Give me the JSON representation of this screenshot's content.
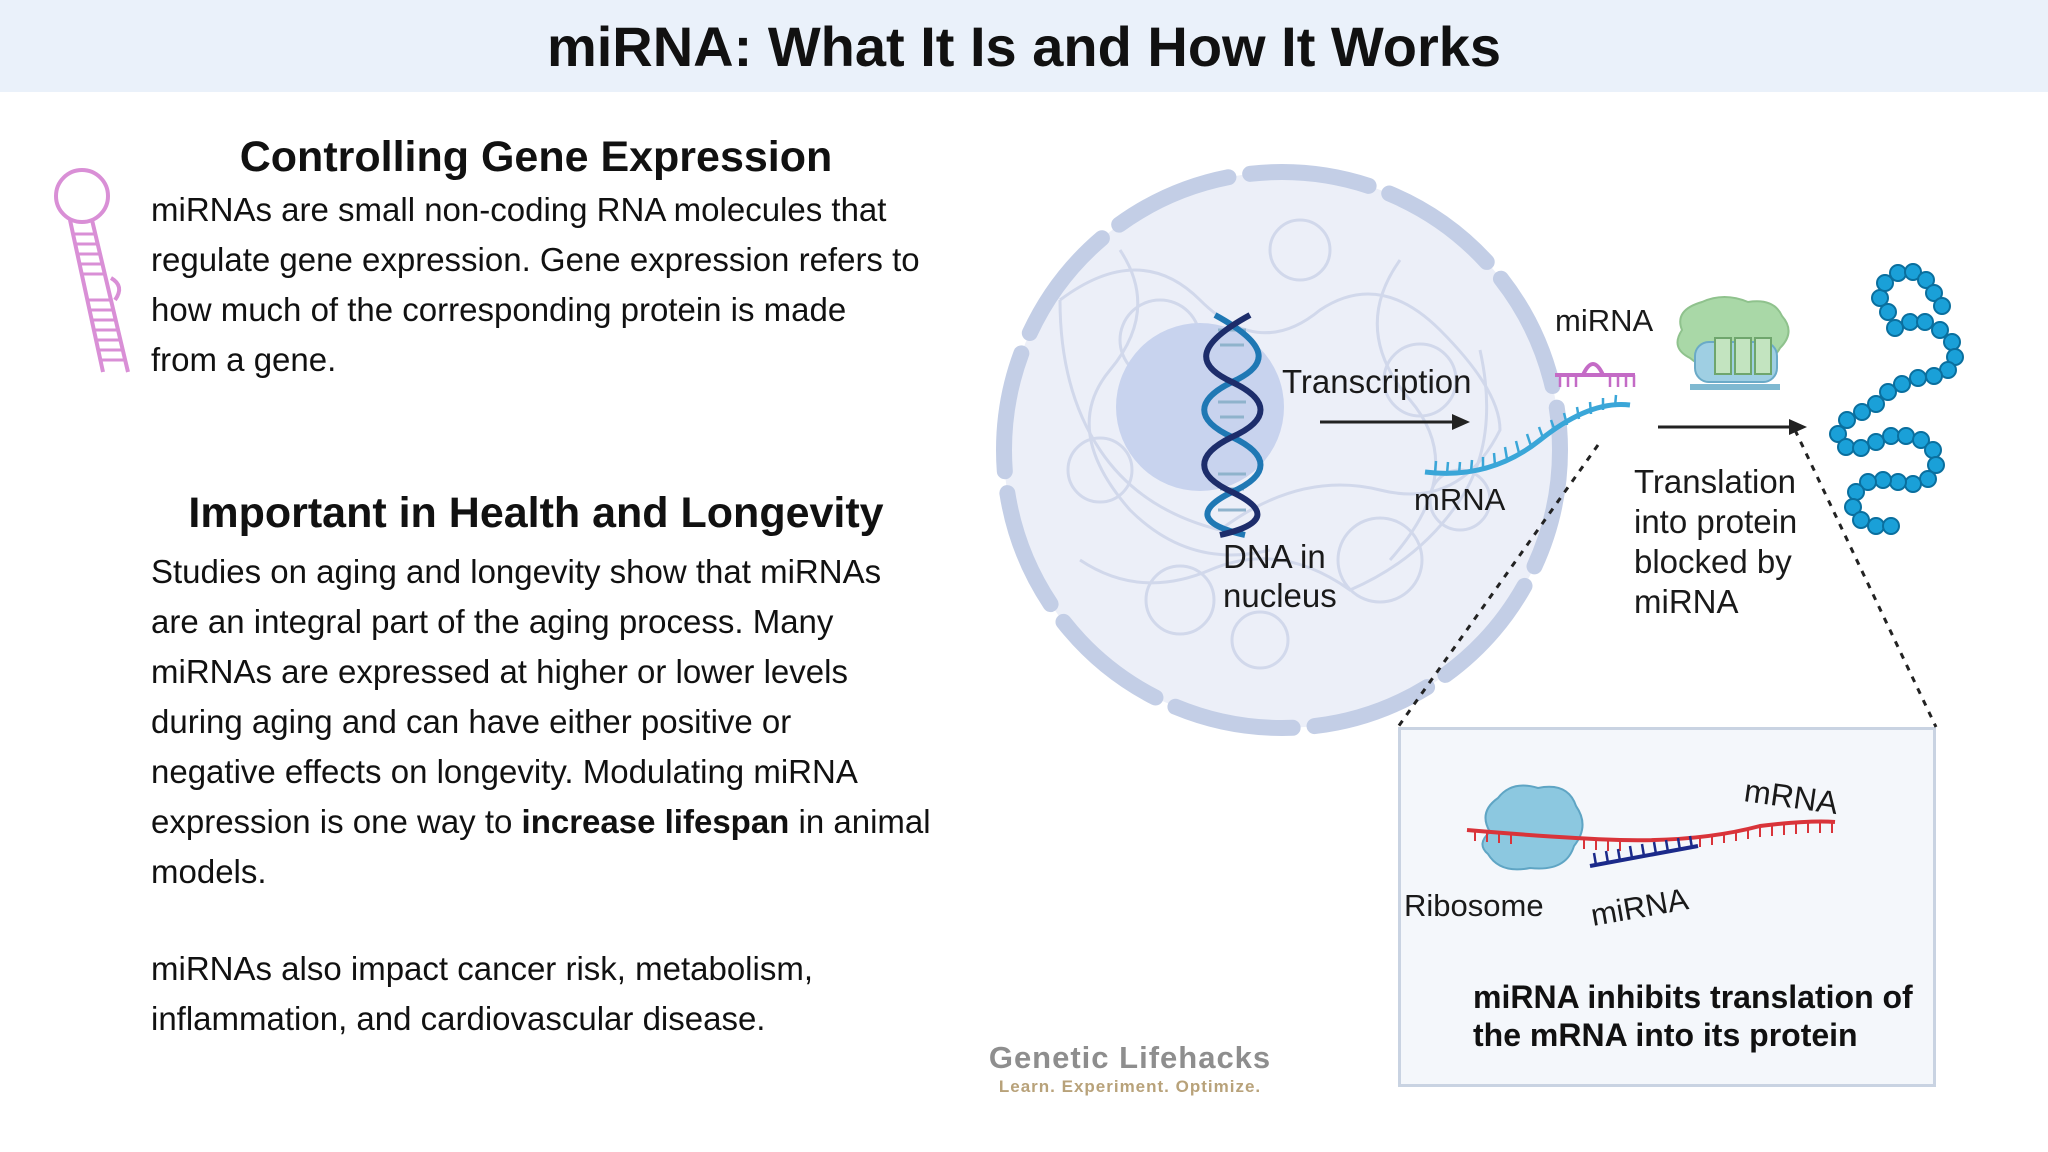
{
  "title": "miRNA: What It Is and How It Works",
  "left": {
    "section1": {
      "heading": "Controlling Gene Expression",
      "lines": [
        "miRNAs are small non-coding RNA molecules that",
        "regulate gene expression. Gene expression refers to",
        "how much of the corresponding protein is made",
        "from a gene."
      ]
    },
    "section2": {
      "heading": "Important in Health and Longevity",
      "lines": [
        "Studies on aging and longevity show that miRNAs",
        "are an integral part of the aging process. Many",
        "miRNAs are expressed at higher or lower levels",
        "during aging and can have either positive or",
        "negative effects on longevity. Modulating miRNA"
      ],
      "line6_prefix": "expression is one way to ",
      "line6_bold": "increase lifespan",
      "line6_suffix": " in animal",
      "line7": "models.",
      "extra_lines": [
        "miRNAs also impact cancer risk, metabolism,",
        "inflammation, and cardiovascular disease."
      ]
    }
  },
  "diagram": {
    "dna_label_line1": "DNA in",
    "dna_label_line2": "nucleus",
    "transcription_label": "Transcription",
    "mrna_label": "mRNA",
    "mirna_label": "miRNA",
    "translation_lines": [
      "Translation",
      "into protein",
      "blocked by",
      "miRNA"
    ],
    "inset": {
      "mrna_label": "mRNA",
      "ribosome_label": "Ribosome",
      "mirna_label": "miRNA",
      "caption_line1": "miRNA inhibits translation of",
      "caption_line2": "the mRNA into its protein"
    }
  },
  "brand": {
    "name": "Genetic Lifehacks",
    "tagline": "Learn. Experiment. Optimize."
  },
  "colors": {
    "title_band": "#eaf1fa",
    "cell_membrane": "#c3cee6",
    "cell_fill": "#e9edf7",
    "nucleus": "#c8d3ee",
    "dna_blue": "#1f78b4",
    "dna_navy": "#1d2d6b",
    "mrna_blue": "#3aa6d8",
    "mirna_pink": "#c46bc6",
    "protein_blue": "#1aa0d8",
    "inset_mrna_red": "#d9343a",
    "inset_mirna_navy": "#1b2a8a",
    "ribosome_blue": "#8cc8e0",
    "green_complex": "#a9d8a7"
  }
}
